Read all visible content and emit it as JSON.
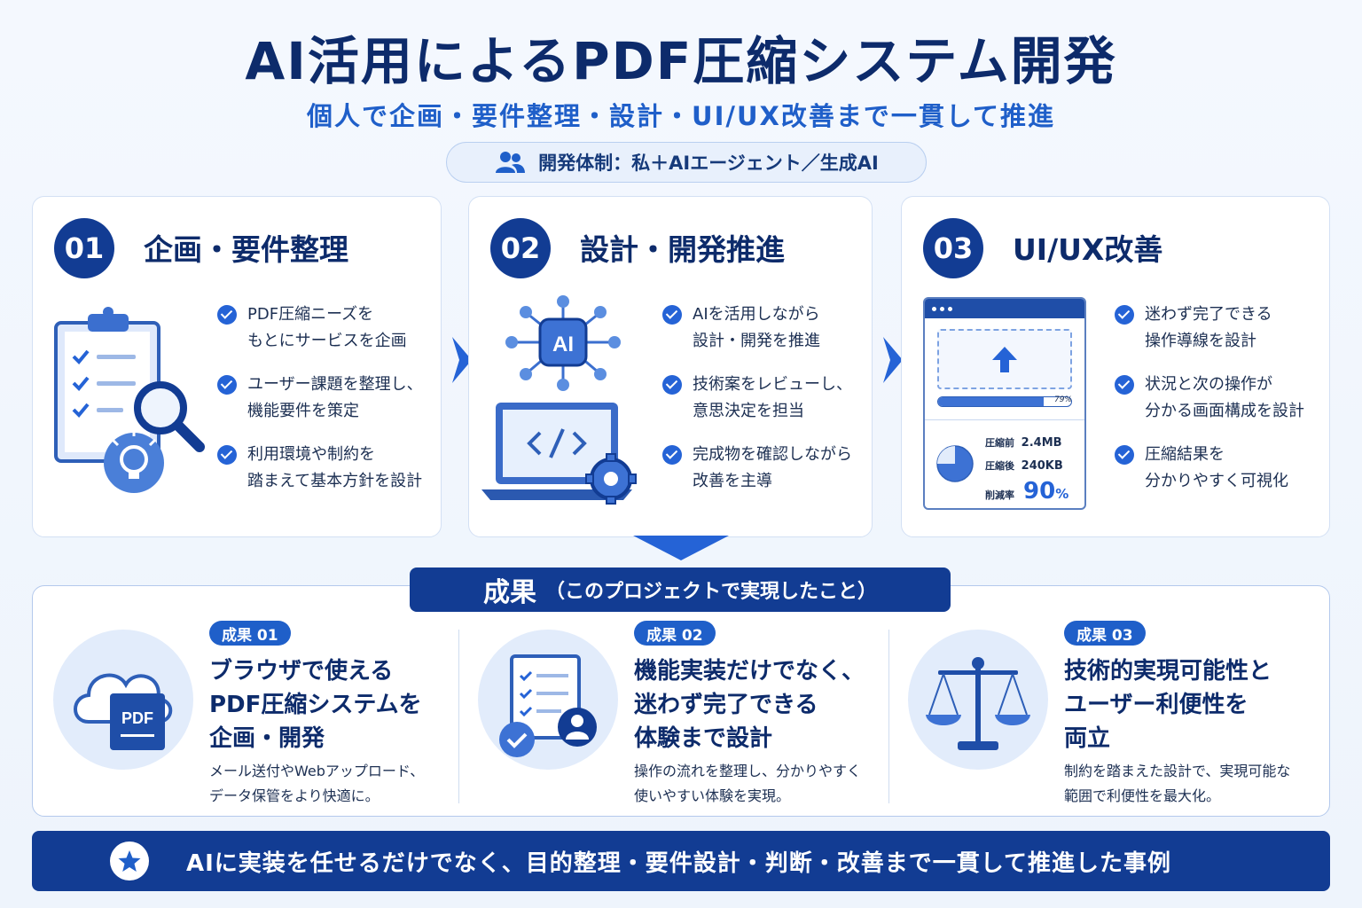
{
  "header": {
    "title": "AI活用によるPDF圧縮システム開発",
    "subtitle": "個人で企画・要件整理・設計・UI/UX改善まで一貫して推進",
    "team_label": "開発体制：私＋AIエージェント／生成AI",
    "team_icon": "users-icon"
  },
  "steps": [
    {
      "number": "01",
      "title": "企画・要件整理",
      "illustration": "clipboard-magnifier-lightbulb-icon",
      "bullets": [
        "PDF圧縮ニーズを\nもとにサービスを企画",
        "ユーザー課題を整理し、\n機能要件を策定",
        "利用環境や制約を\n踏まえて基本方針を設計"
      ]
    },
    {
      "number": "02",
      "title": "設計・開発推進",
      "illustration": "ai-network-laptop-gear-icon",
      "ai_badge": "AI",
      "bullets": [
        "AIを活用しながら\n設計・開発を推進",
        "技術案をレビューし、\n意思決定を担当",
        "完成物を確認しながら\n改善を主導"
      ]
    },
    {
      "number": "03",
      "title": "UI/UX改善",
      "illustration": "app-window-mockup",
      "mockup": {
        "progress": 0.79,
        "progress_label": "79%",
        "before_label": "圧縮前",
        "before_value": "2.4MB",
        "after_label": "圧縮後",
        "after_value": "240KB",
        "rate_label": "削減率",
        "rate_value": "90",
        "rate_unit": "%"
      },
      "bullets": [
        "迷わず完了できる\n操作導線を設計",
        "状況と次の操作が\n分かる画面構成を設計",
        "圧縮結果を\n分かりやすく可視化"
      ]
    }
  ],
  "results": {
    "heading": "成果",
    "heading_note": "（このプロジェクトで実現したこと）",
    "items": [
      {
        "tag": "成果 01",
        "icon": "cloud-pdf-icon",
        "icon_text": "PDF",
        "title": "ブラウザで使える\nPDF圧縮システムを\n企画・開発",
        "desc": "メール送付やWebアップロード、\nデータ保管をより快適に。"
      },
      {
        "tag": "成果 02",
        "icon": "checklist-user-icon",
        "title": "機能実装だけでなく、\n迷わず完了できる\n体験まで設計",
        "desc": "操作の流れを整理し、分かりやすく\n使いやすい体験を実現。"
      },
      {
        "tag": "成果 03",
        "icon": "balance-scale-icon",
        "title": "技術的実現可能性と\nユーザー利便性を\n両立",
        "desc": "制約を踏まえた設計で、実現可能な\n範囲で利便性を最大化。"
      }
    ]
  },
  "footer": {
    "icon": "star-icon",
    "text": "AIに実装を任せるだけでなく、目的整理・要件設計・判断・改善まで一貫して推進した事例"
  },
  "colors": {
    "navy": "#123c93",
    "blue": "#2563d6",
    "light": "#e2ecfb"
  }
}
